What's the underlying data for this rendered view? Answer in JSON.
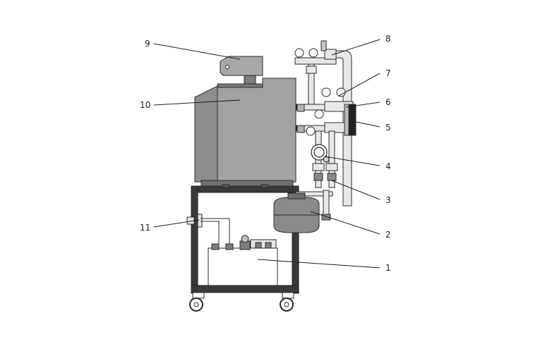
{
  "colors": {
    "frame": "#3a3a3a",
    "boiler": "#a0a0a0",
    "boiler_light": "#bdbdbd",
    "pipe": "#e6e6e6",
    "outline": "#2b2b2b",
    "tank": "#8a8a8a"
  },
  "callouts": [
    {
      "number": "1"
    },
    {
      "number": "2"
    },
    {
      "number": "3"
    },
    {
      "number": "4"
    },
    {
      "number": "5"
    },
    {
      "number": "6"
    },
    {
      "number": "7"
    },
    {
      "number": "8"
    },
    {
      "number": "9"
    },
    {
      "number": "10"
    },
    {
      "number": "11"
    }
  ]
}
